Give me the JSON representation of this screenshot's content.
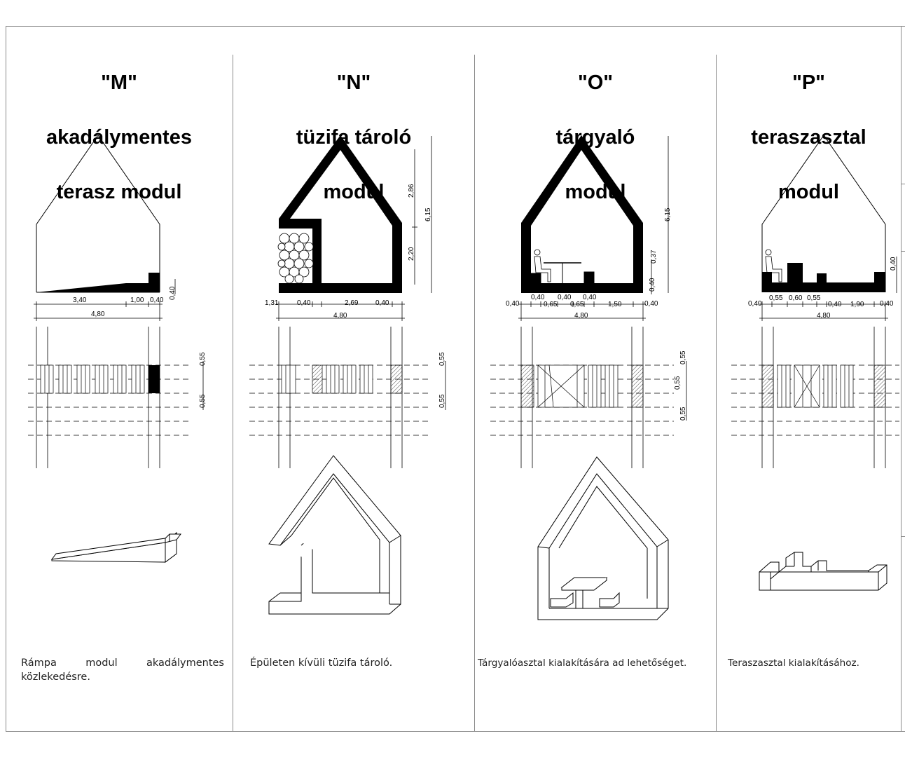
{
  "modules": [
    {
      "id": "M",
      "title_letter": "\"M\"",
      "title_lines": [
        "akadálymentes",
        "terasz modul"
      ],
      "description": "Rámpa modul akadálymentes közlekedésre.",
      "section_dims": [
        "3,40",
        "1,00",
        "0,40"
      ],
      "total_width": "4,80",
      "height_dim": "0,40",
      "plan_dims": [
        "0,55",
        "0,55"
      ]
    },
    {
      "id": "N",
      "title_letter": "\"N\"",
      "title_lines": [
        "tüzifa tároló",
        "modul"
      ],
      "description": "Épületen kívüli tüzifa tároló.",
      "section_dims": [
        "1,31",
        "0,40",
        "2,69",
        "0,40"
      ],
      "total_width": "4,80",
      "height_dims": [
        "2,86",
        "2,20",
        "6,15"
      ],
      "plan_dims": [
        "0,55",
        "0,55"
      ]
    },
    {
      "id": "O",
      "title_letter": "\"O\"",
      "title_lines": [
        "tárgyaló",
        "modul"
      ],
      "description": "Tárgyalóasztal kialakítására ad lehetőséget.",
      "section_dims_top": [
        "0,40",
        "0,40",
        "0,40"
      ],
      "section_dims": [
        "0,40",
        "0,65",
        "0,65",
        "1,50",
        "0,40"
      ],
      "total_width": "4,80",
      "height_dims": [
        "6,15",
        "0,37",
        "0,40"
      ],
      "plan_dims": [
        "0,55",
        "0,55",
        "0,55"
      ]
    },
    {
      "id": "P",
      "title_letter": "\"P\"",
      "title_lines": [
        "teraszasztal",
        "modul"
      ],
      "description": "Teraszasztal kialakításához.",
      "section_dims": [
        "0,40",
        "0,55",
        "0,60",
        "0,55",
        "0,40",
        "1,90",
        "0,40"
      ],
      "total_width": "4,80",
      "height_dim": "0,40"
    }
  ]
}
